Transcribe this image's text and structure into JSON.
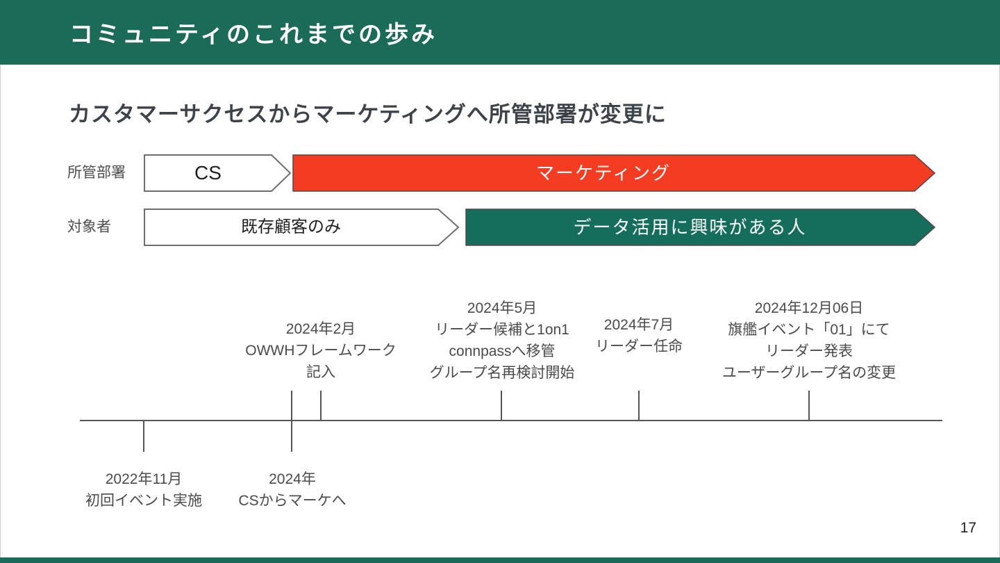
{
  "colors": {
    "header_green": "#1a6b58",
    "arrow_green": "#156e5c",
    "arrow_red": "#f43c22",
    "arrow_white": "#ffffff"
  },
  "header": {
    "title": "コミュニティのこれまでの歩み"
  },
  "subtitle": "カスタマーサクセスからマーケティングへ所管部署が変更に",
  "department_row": {
    "label": "所管部署",
    "before": "CS",
    "after": "マーケティング"
  },
  "audience_row": {
    "label": "対象者",
    "before": "既存顧客のみ",
    "after": "データ活用に興味がある人"
  },
  "timeline": {
    "events_above": [
      {
        "lines": [
          "2024年2月",
          "OWWHフレームワーク",
          "記入"
        ]
      },
      {
        "lines": [
          "2024年5月",
          "リーダー候補と1on1",
          "connpassへ移管",
          "グループ名再検討開始"
        ]
      },
      {
        "lines": [
          "2024年7月",
          "リーダー任命"
        ]
      },
      {
        "lines": [
          "2024年12月06日",
          "旗艦イベント「01」にて",
          "リーダー発表",
          "ユーザーグループ名の変更"
        ]
      }
    ],
    "events_below": [
      {
        "lines": [
          "2022年11月",
          "初回イベント実施"
        ]
      },
      {
        "lines": [
          "2024年",
          "CSからマーケへ"
        ]
      }
    ]
  },
  "page_number": "17"
}
